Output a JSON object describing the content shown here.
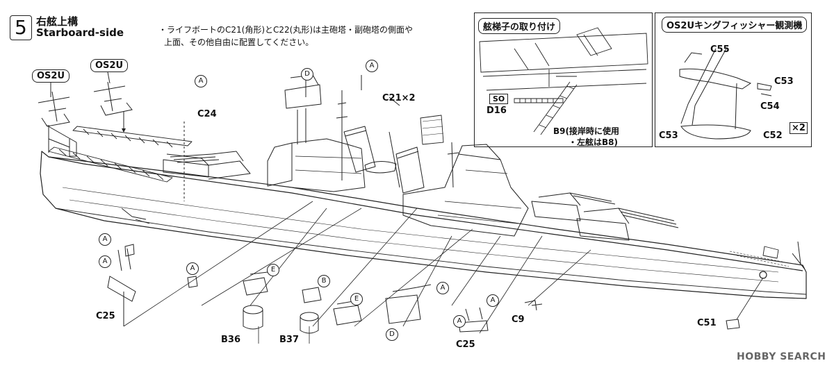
{
  "step": {
    "number": "5",
    "title_jp": "右舷上構",
    "title_en": "Starboard-side"
  },
  "note": {
    "line1": "・ライフボートのC21(角形)とC22(丸形)は主砲塔・副砲塔の側面や",
    "line2": "上面、その他自由に配置してください。"
  },
  "seaplane_labels": [
    "OS2U",
    "OS2U"
  ],
  "parts": {
    "c24": "C24",
    "c21x2": "C21×2",
    "c25_left": "C25",
    "c25_right": "C25",
    "b36": "B36",
    "b37": "B37",
    "c9": "C9",
    "c51": "C51"
  },
  "markers": {
    "a": "A",
    "b": "B",
    "d": "D",
    "e": "E"
  },
  "ladder_inset": {
    "title": "舷梯子の取り付け",
    "so_tag": "SO",
    "d16": "D16",
    "b9_line1": "B9(接岸時に使用",
    "b9_line2": "・左舷はB8)"
  },
  "os2u_inset": {
    "title": "OS2Uキングフィッシャー観測機",
    "c55": "C55",
    "c53a": "C53",
    "c54": "C54",
    "c53b": "C53",
    "c52": "C52",
    "x2": "×2"
  },
  "watermark": "HOBBY SEARCH",
  "colors": {
    "ink": "#111111",
    "paper": "#ffffff",
    "watermark": "#666666"
  }
}
